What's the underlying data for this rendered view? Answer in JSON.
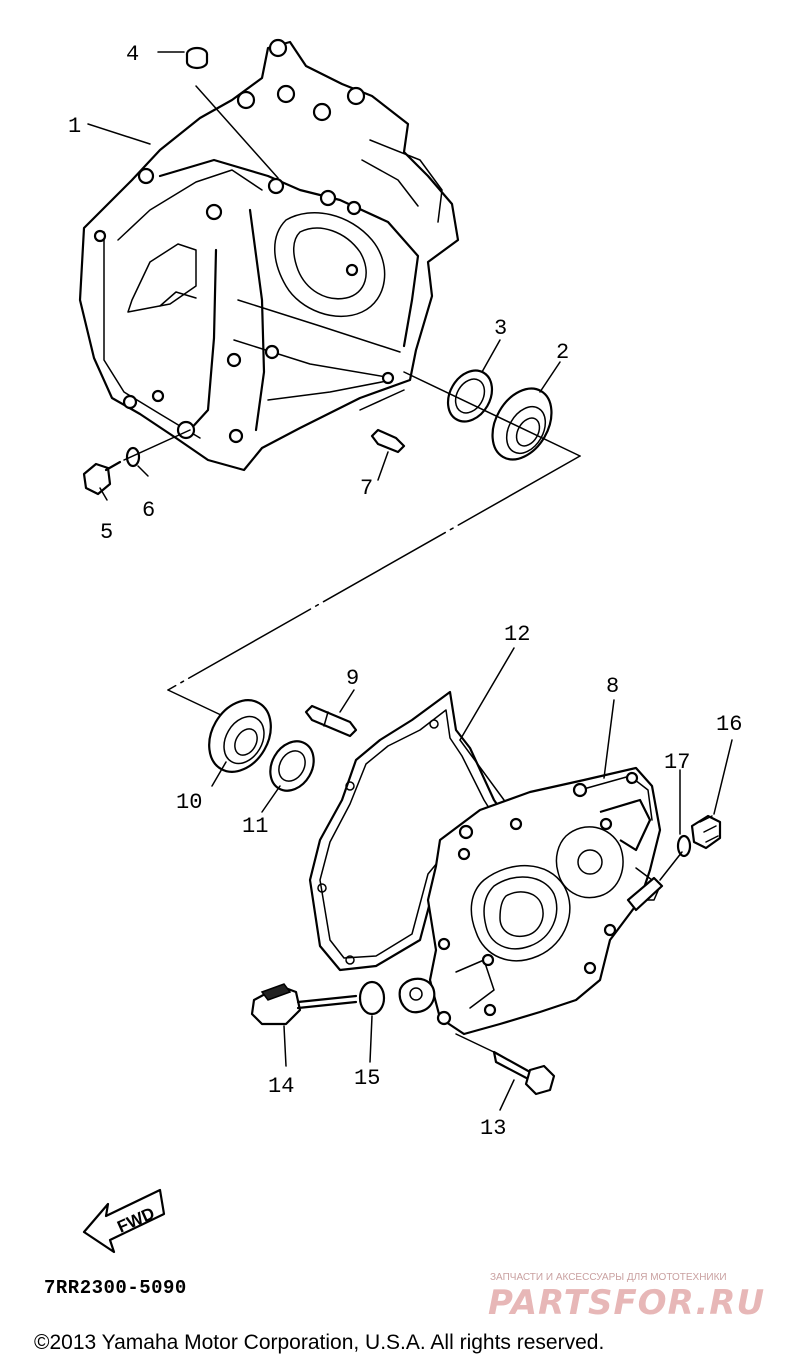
{
  "diagram": {
    "callouts": [
      "1",
      "2",
      "3",
      "4",
      "5",
      "6",
      "7",
      "8",
      "9",
      "10",
      "11",
      "12",
      "13",
      "14",
      "15",
      "16",
      "17"
    ],
    "direction_label": "FWD",
    "part_code": "7RR2300-5090",
    "copyright": "©2013 Yamaha Motor Corporation, U.S.A. All rights reserved.",
    "watermark": {
      "tagline": "ЗАПЧАСТИ И АКСЕССУАРЫ ДЛЯ МОТОТЕХНИКИ",
      "logo": "PARTSFOR.RU"
    }
  }
}
